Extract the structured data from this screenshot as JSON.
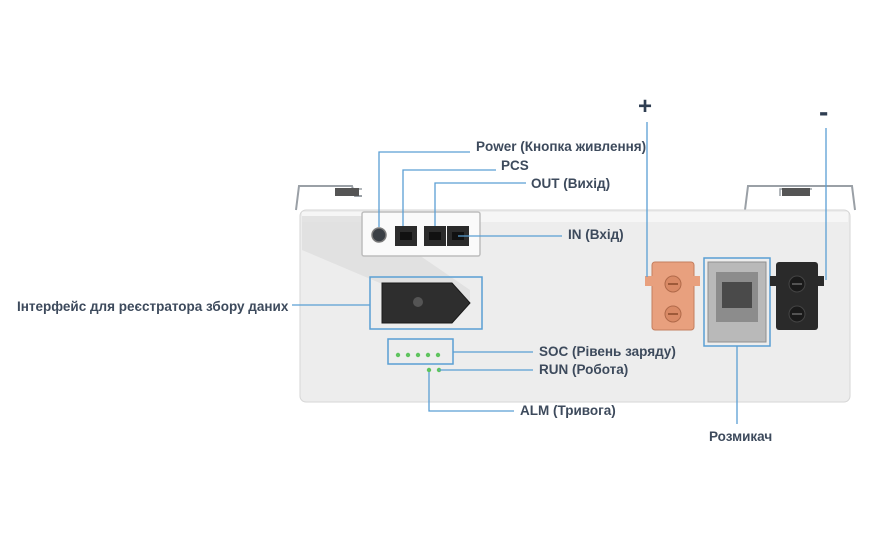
{
  "terminals": {
    "positive_sign": "+",
    "negative_sign": "-"
  },
  "labels": {
    "power": "Power (Кнопка живлення)",
    "pcs": "PCS",
    "out": "OUT (Вихід)",
    "in": "IN (Вхід)",
    "datalogger": "Інтерфейс для реєстратора збору даних",
    "soc": "SOC (Рівень заряду)",
    "run": "RUN (Робота)",
    "alm": "ALM (Тривога)",
    "breaker": "Розмикач"
  },
  "colors": {
    "callout_line": "#5a9fd4",
    "label_text": "#3d4a5c",
    "positive_terminal": "#e8a07e",
    "negative_terminal": "#2a2a2a",
    "housing": "#eeeeee",
    "led_green": "#5ec45e"
  }
}
